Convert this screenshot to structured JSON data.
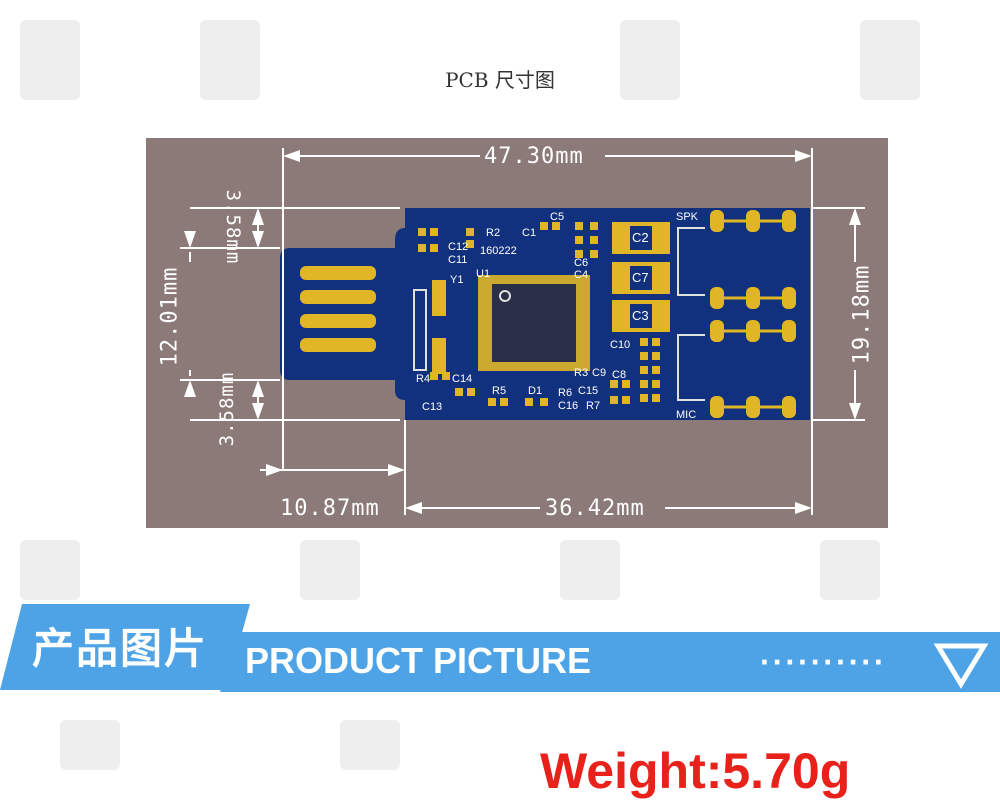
{
  "title": "PCB 尺寸图",
  "dimensions": {
    "top_width": "47.30mm",
    "right_height": "19.18mm",
    "left_height": "12.01mm",
    "usb_top_offset": "3.58mm",
    "usb_bottom_offset": "3.58mm",
    "usb_length": "10.87mm",
    "board_length": "36.42mm"
  },
  "board_labels": [
    "R2",
    "C1",
    "C5",
    "C12",
    "C11",
    "160222",
    "U1",
    "Y1",
    "C6",
    "C4",
    "C2",
    "C7",
    "C3",
    "SPK",
    "MIC",
    "C10",
    "C8",
    "R3",
    "C9",
    "R4",
    "C14",
    "R5",
    "D1",
    "R6",
    "C15",
    "C16",
    "R7",
    "C13"
  ],
  "banner": {
    "title_cn": "产品图片",
    "title_en": "PRODUCT PICTURE",
    "dots": "··········",
    "icon": "triangle-down-icon"
  },
  "weight_text": "Weight:5.70g",
  "colors": {
    "banner": "#4da3e6",
    "pcb_blue": "#11317e",
    "gold": "#e0b626",
    "background_frame": "#8c7a78",
    "weight": "#e8211b"
  }
}
